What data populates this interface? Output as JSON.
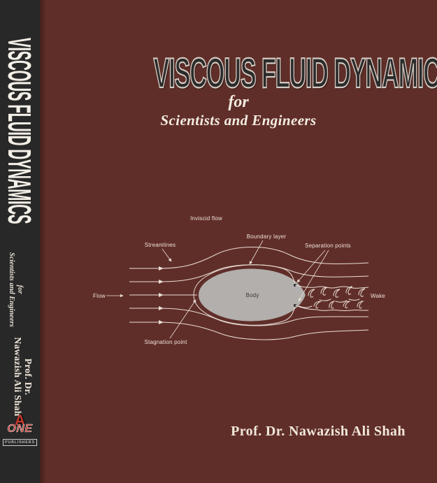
{
  "colors": {
    "cover_bg": "#602e29",
    "spine_bg": "#282828",
    "title_fill": "#2b2b2b",
    "title_outline": "#d5ccc3",
    "diagram_line": "#e8ded5",
    "body_fill": "#b2afac",
    "logo_red": "#c13a30"
  },
  "spine": {
    "title": "VISCOUS FLUID DYNAMICS",
    "subtitle_line1": "for",
    "subtitle_line2": "Scientists and Engineers",
    "author_line1": "Prof. Dr.",
    "author_line2": "Nawazish Ali Shah",
    "logo": {
      "letter": "A",
      "word": "ONE",
      "caption": "PUBLISHERS"
    }
  },
  "cover": {
    "title": "VISCOUS FLUID DYNAMICS",
    "subtitle_line1": "for",
    "subtitle_line2": "Scientists and Engineers",
    "author": "Prof. Dr. Nawazish Ali Shah"
  },
  "diagram": {
    "labels": {
      "inviscid_flow": "Inviscid flow",
      "streamlines": "Streamlines",
      "boundary_layer": "Boundary layer",
      "separation_points": "Separation points",
      "flow": "Flow",
      "body": "Body",
      "stagnation_point": "Stagnation point",
      "wake": "Wake"
    }
  }
}
